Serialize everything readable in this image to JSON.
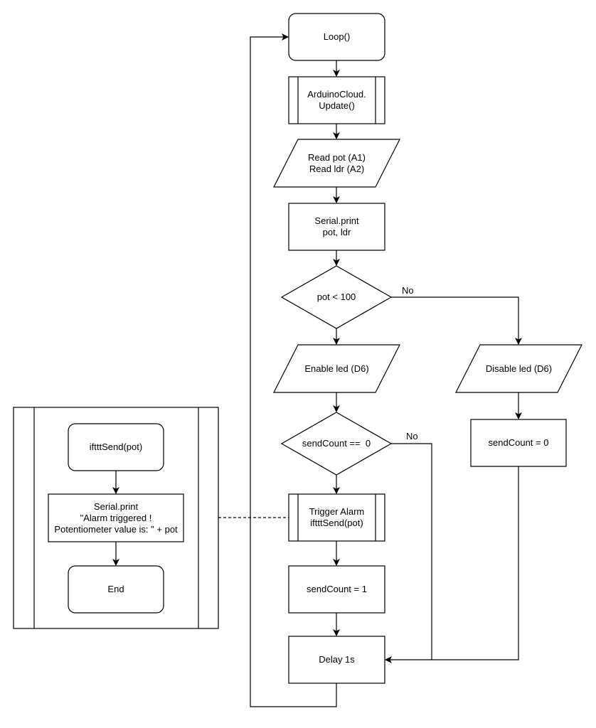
{
  "diagram": {
    "nodes": {
      "loop": {
        "label": "Loop()",
        "shape": "rounded-rectangle"
      },
      "cloud_update": {
        "label": "ArduinoCloud.\nUpdate()",
        "shape": "subroutine"
      },
      "read_sensors": {
        "label": "Read pot (A1)\nRead ldr (A2)",
        "shape": "parallelogram"
      },
      "serial_print": {
        "label": "Serial.print\npot, ldr",
        "shape": "rectangle"
      },
      "pot_check": {
        "label": "pot < 100",
        "shape": "diamond"
      },
      "enable_led": {
        "label": "Enable led (D6)",
        "shape": "parallelogram"
      },
      "disable_led": {
        "label": "Disable led (D6)",
        "shape": "parallelogram"
      },
      "sendcount_check": {
        "label": "sendCount ==  0",
        "shape": "diamond"
      },
      "sendcount_reset": {
        "label": "sendCount = 0",
        "shape": "rectangle"
      },
      "trigger_alarm": {
        "label": "Trigger Alarm\niftttSend(pot)",
        "shape": "subroutine"
      },
      "sendcount_set": {
        "label": "sendCount = 1",
        "shape": "rectangle"
      },
      "delay": {
        "label": "Delay 1s",
        "shape": "rectangle"
      },
      "sub_start": {
        "label": "iftttSend(pot)",
        "shape": "rounded-rectangle"
      },
      "sub_print": {
        "label": "Serial.print\n\"Alarm triggered !\nPotentiometer value is: \" + pot",
        "shape": "rectangle"
      },
      "sub_end": {
        "label": "End",
        "shape": "rounded-rectangle"
      }
    },
    "edge_labels": {
      "pot_no": "No",
      "sendcount_no": "No"
    },
    "edges": [
      {
        "from": "loop",
        "to": "cloud_update"
      },
      {
        "from": "cloud_update",
        "to": "read_sensors"
      },
      {
        "from": "read_sensors",
        "to": "serial_print"
      },
      {
        "from": "serial_print",
        "to": "pot_check"
      },
      {
        "from": "pot_check",
        "to": "enable_led"
      },
      {
        "from": "pot_check",
        "to": "disable_led",
        "label": "No"
      },
      {
        "from": "enable_led",
        "to": "sendcount_check"
      },
      {
        "from": "disable_led",
        "to": "sendcount_reset"
      },
      {
        "from": "sendcount_check",
        "to": "trigger_alarm"
      },
      {
        "from": "sendcount_check",
        "to": "delay",
        "label": "No"
      },
      {
        "from": "trigger_alarm",
        "to": "sendcount_set"
      },
      {
        "from": "sendcount_set",
        "to": "delay"
      },
      {
        "from": "sendcount_reset",
        "to": "delay"
      },
      {
        "from": "delay",
        "to": "loop"
      },
      {
        "from": "sub_start",
        "to": "sub_print"
      },
      {
        "from": "sub_print",
        "to": "sub_end"
      },
      {
        "from": "trigger_alarm",
        "to": "subroutine_frame",
        "style": "dashed"
      }
    ],
    "colors": {
      "stroke": "#000000",
      "fill": "#ffffff"
    }
  }
}
